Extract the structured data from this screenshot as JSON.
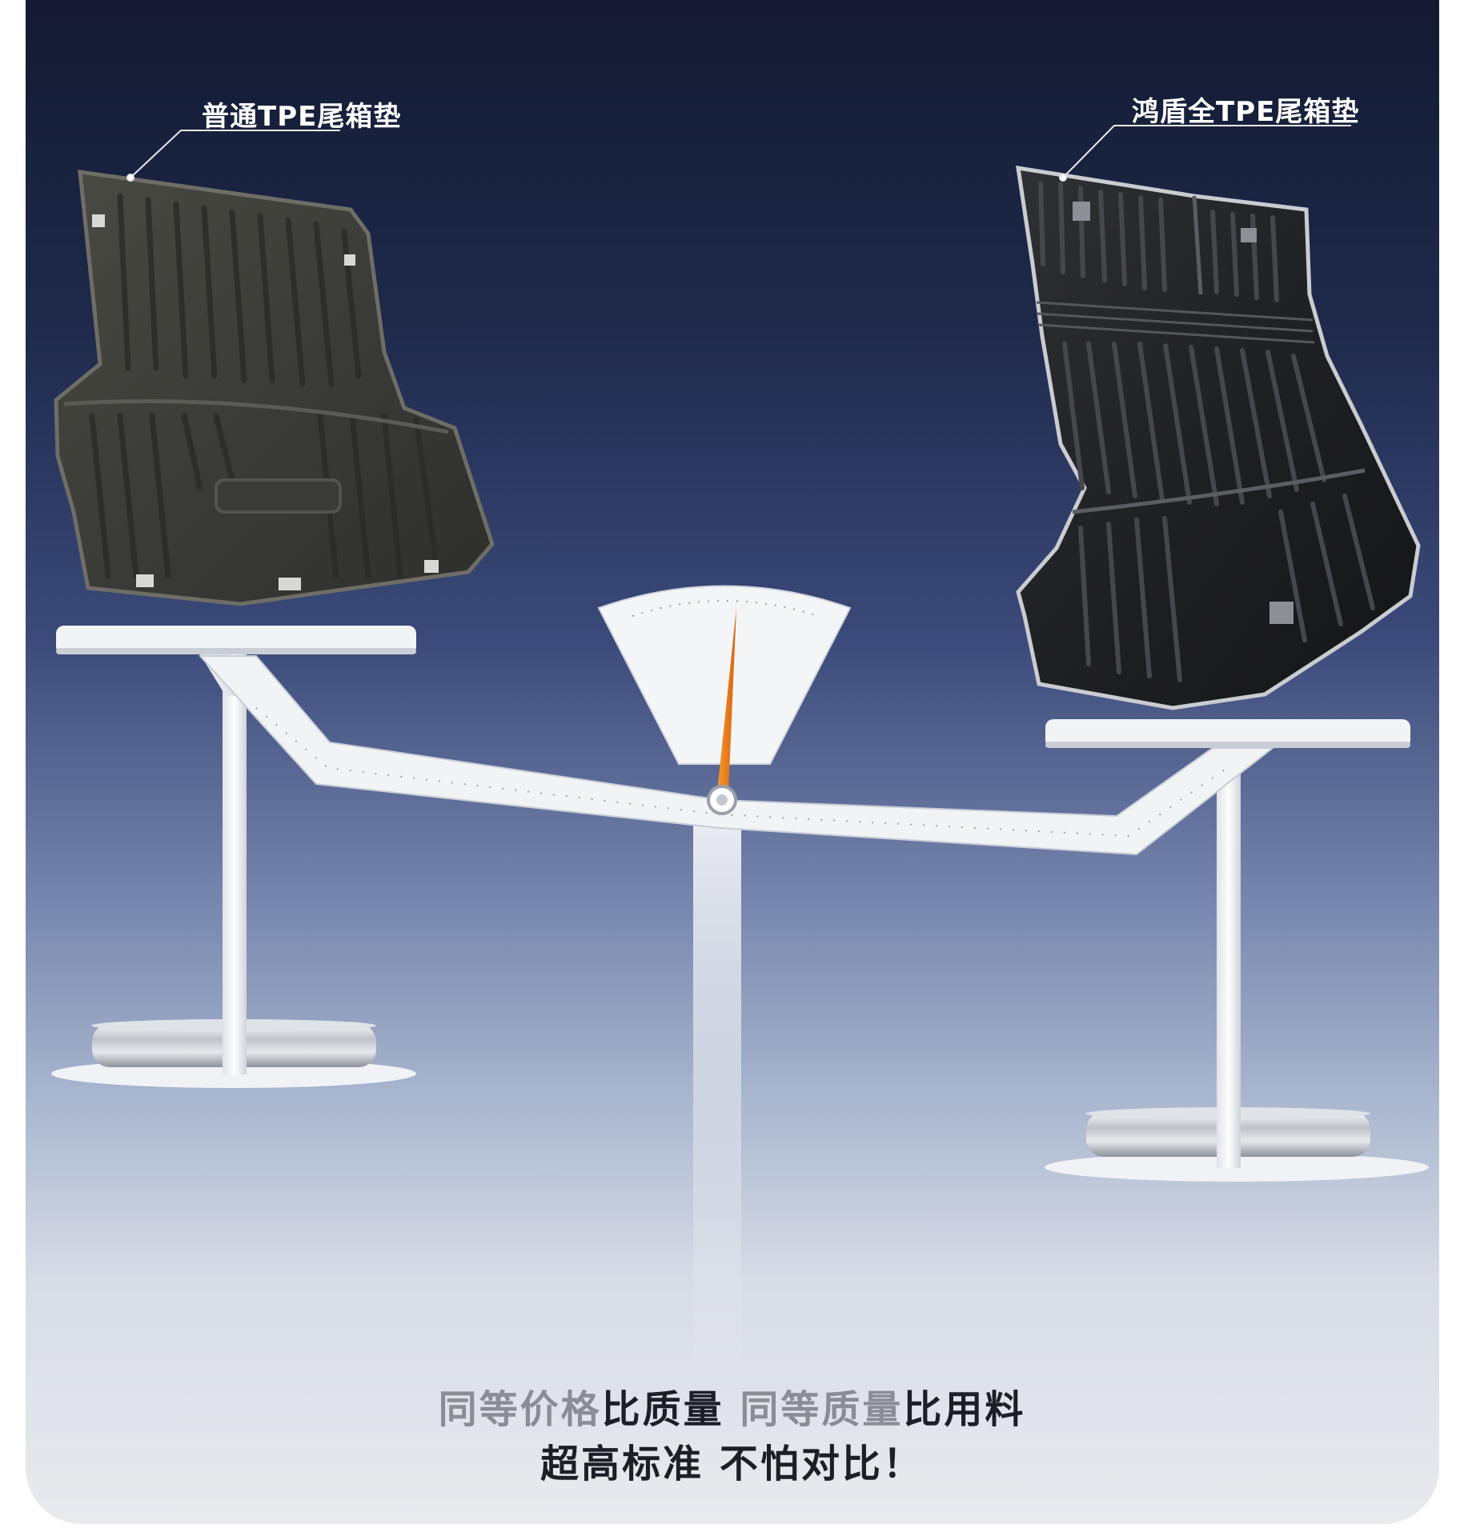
{
  "labels": {
    "left": "普通TPE尾箱垫",
    "right": "鸿盾全TPE尾箱垫"
  },
  "slogan": {
    "line1": {
      "part1": "同等价格",
      "part2": "比质量",
      "part3": "同等质量",
      "part4": "比用料"
    },
    "line2": "超高标准 不怕对比！"
  },
  "colors": {
    "background_top": "#131a31",
    "background_bottom": "#e9eaee",
    "pointer": "#f07d1a",
    "scale_white": "#f2f3f5"
  }
}
